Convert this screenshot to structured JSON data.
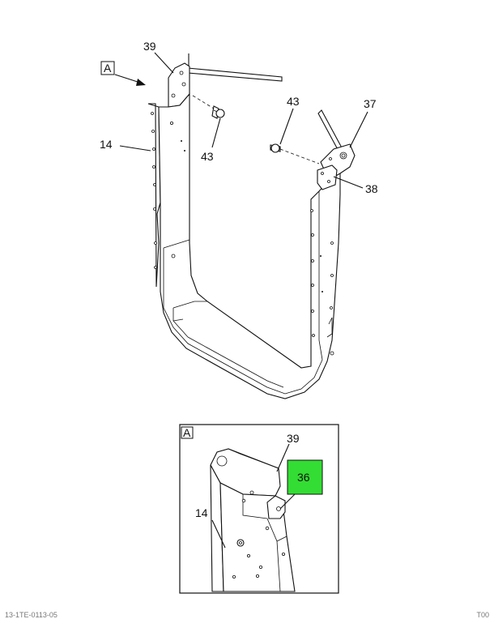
{
  "view_labels": {
    "main": "A",
    "detail": "A"
  },
  "callouts": {
    "c39_main": "39",
    "c43_left": "43",
    "c43_right": "43",
    "c37": "37",
    "c14_main": "14",
    "c38": "38",
    "c39_detail": "39",
    "c36_detail": "36",
    "c14_detail": "14"
  },
  "highlight": {
    "color": "#33dd33",
    "callout": "36"
  },
  "footer": {
    "left": "13-1TE-0113-05",
    "right": "T00"
  }
}
